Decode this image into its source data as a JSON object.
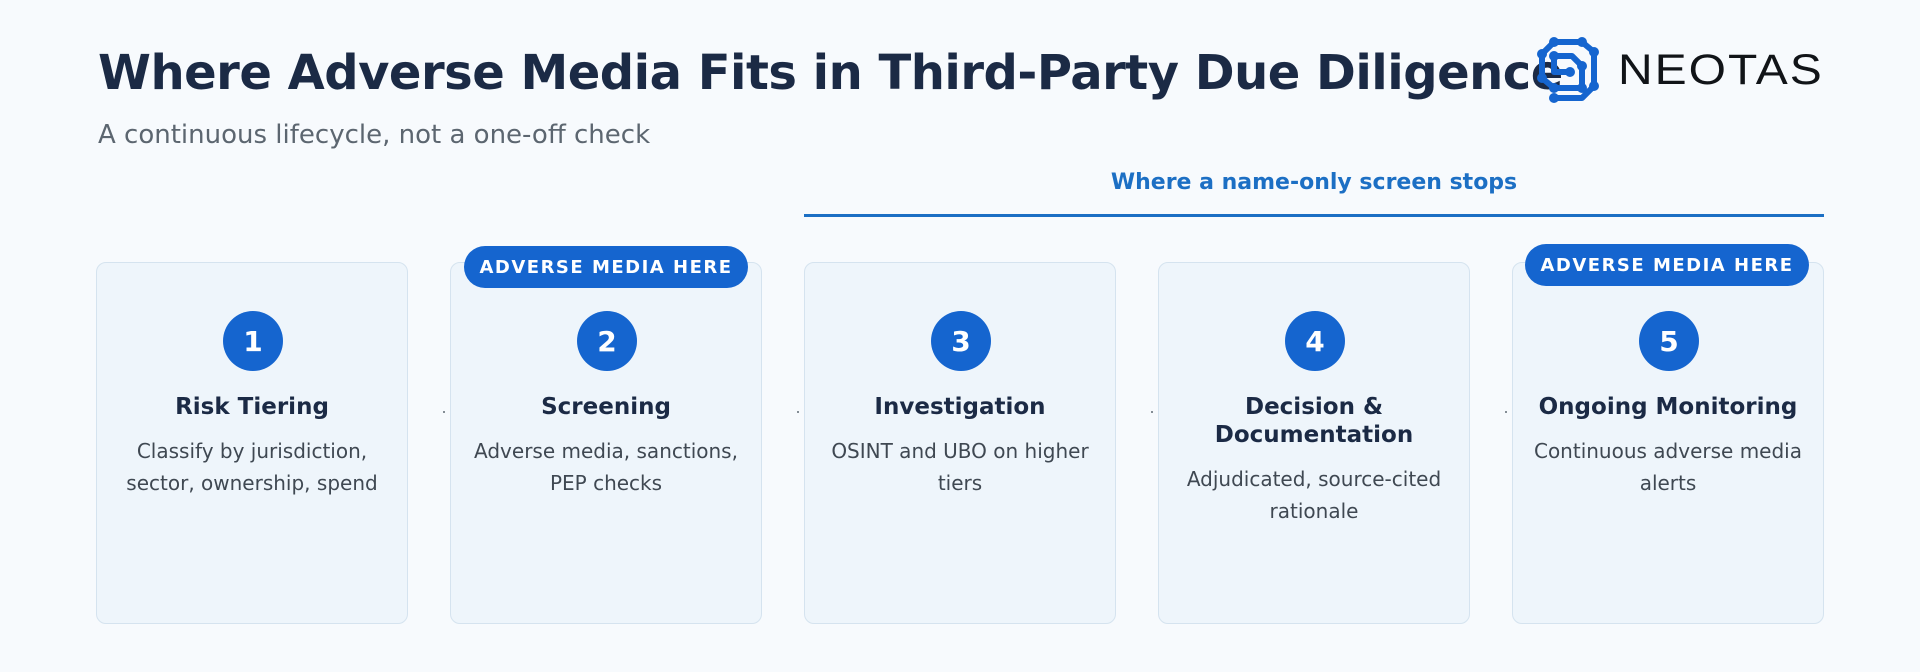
{
  "header": {
    "title": "Where Adverse Media Fits in Third-Party Due Diligence",
    "subtitle": "A continuous lifecycle, not a one-off check"
  },
  "logo": {
    "wordmark": "NEOTAS",
    "icon": "neotas-network-mark-icon"
  },
  "bracket": {
    "label": "Where a name-only screen stops"
  },
  "steps": [
    {
      "number": "1",
      "title": "Risk Tiering",
      "description": "Classify by jurisdiction, sector, ownership, spend",
      "badge": ""
    },
    {
      "number": "2",
      "title": "Screening",
      "description": "Adverse media, sanctions, PEP checks",
      "badge": "ADVERSE MEDIA HERE"
    },
    {
      "number": "3",
      "title": "Investigation",
      "description": "OSINT and UBO on higher tiers",
      "badge": ""
    },
    {
      "number": "4",
      "title": "Decision & Documentation",
      "description": "Adjudicated, source-cited rationale",
      "badge": ""
    },
    {
      "number": "5",
      "title": "Ongoing Monitoring",
      "description": "Continuous adverse media alerts",
      "badge": "ADVERSE MEDIA HERE"
    }
  ],
  "colors": {
    "accent": "#1565cf",
    "bracket": "#1c6fc4",
    "title": "#1b2a45",
    "card_background": "#eef5fb",
    "page_background": "#f7fafd"
  }
}
